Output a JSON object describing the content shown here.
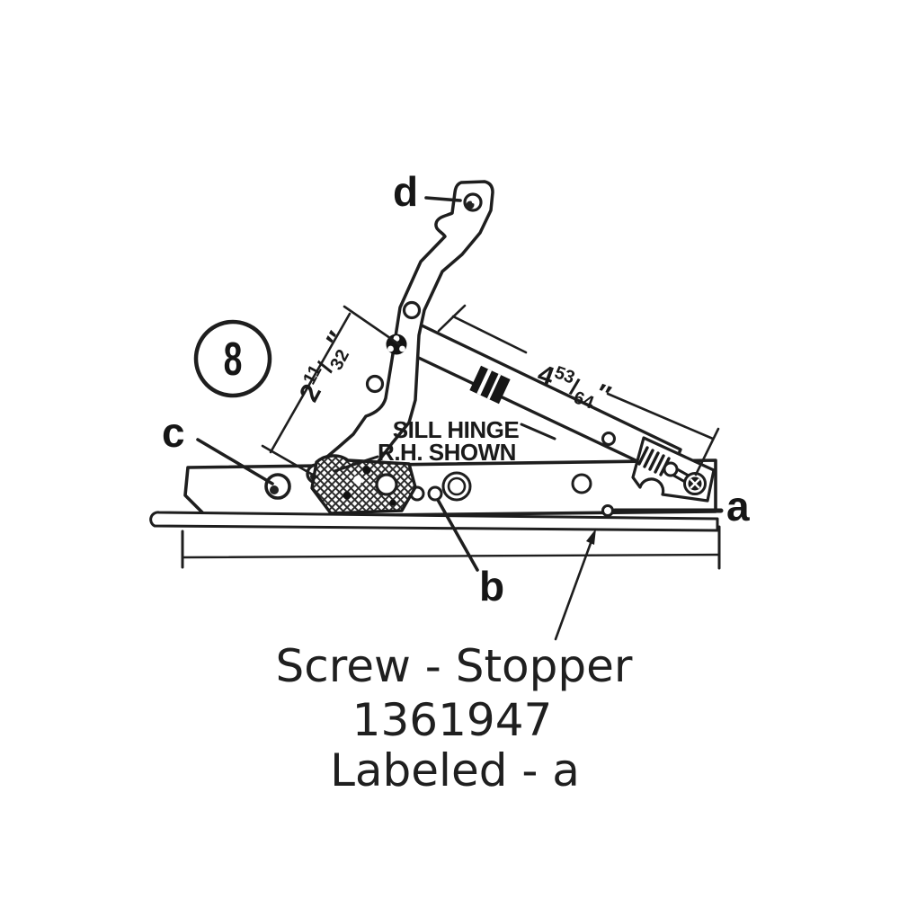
{
  "figure": {
    "number_badge": "8",
    "labels": {
      "a": "a",
      "b": "b",
      "c": "c",
      "d": "d"
    },
    "note": {
      "line1": "SILL HINGE",
      "line2": "R.H. SHOWN"
    },
    "dim_short": {
      "whole": "2",
      "num": "11",
      "slash": "/",
      "den": "32",
      "unit": "″"
    },
    "dim_long": {
      "whole": "4",
      "num": "53",
      "slash": "/",
      "den": "64",
      "unit": "″"
    },
    "caption": {
      "line1": "Screw - Stopper",
      "line2": "1361947",
      "line3": "Labeled - a"
    }
  }
}
